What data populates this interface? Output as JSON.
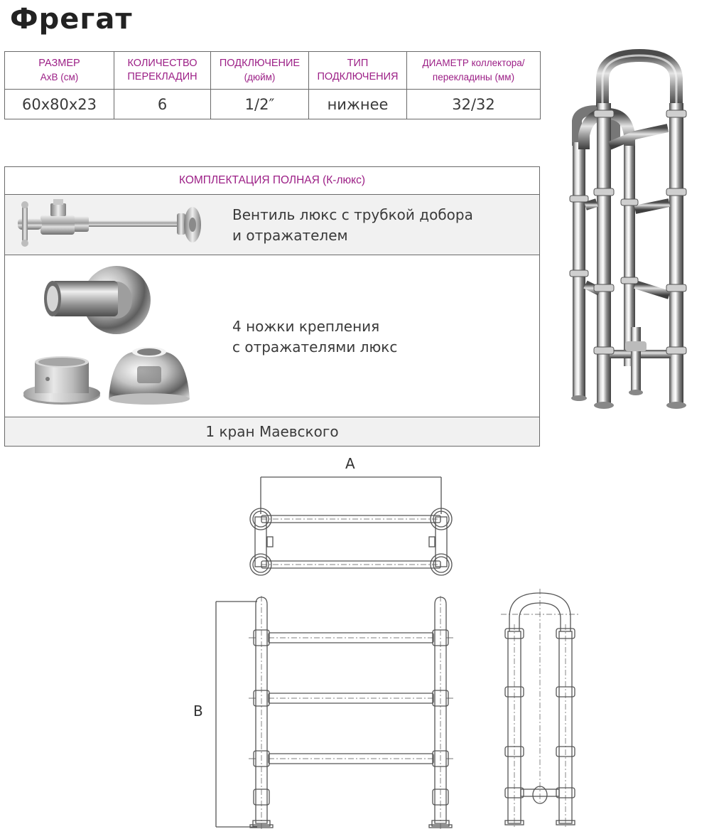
{
  "title": "Фрегат",
  "spec_table": {
    "headers": [
      {
        "line1": "РАЗМЕР",
        "line2": "АхВ (см)"
      },
      {
        "line1": "КОЛИЧЕСТВО",
        "line2": "ПЕРЕКЛАДИН"
      },
      {
        "line1": "ПОДКЛЮЧЕНИЕ",
        "line2": "(дюйм)"
      },
      {
        "line1": "ТИП",
        "line2": "ПОДКЛЮЧЕНИЯ"
      },
      {
        "line1": "ДИАМЕТР коллектора/",
        "line2": "перекладины (мм)"
      }
    ],
    "values": [
      "60х80х23",
      "6",
      "1/2″",
      "нижнее",
      "32/32"
    ]
  },
  "kit_table": {
    "header": "КОМПЛЕКТАЦИЯ ПОЛНАЯ (К-люкс)",
    "items": [
      {
        "text": "Вентиль люкс с трубкой добора\nи отражателем"
      },
      {
        "text": "4 ножки крепления\nс отражателями люкс"
      },
      {
        "text": "1 кран Маевского"
      }
    ]
  },
  "drawing": {
    "label_a": "A",
    "label_b": "B"
  },
  "colors": {
    "accent": "#9c1f86",
    "border": "#6a6a6a",
    "row_bg": "#f1f1f1"
  },
  "icons": [
    "valve-icon",
    "mounting-leg-icon",
    "reflector-cup-icon",
    "chrome-towel-rail-image"
  ]
}
